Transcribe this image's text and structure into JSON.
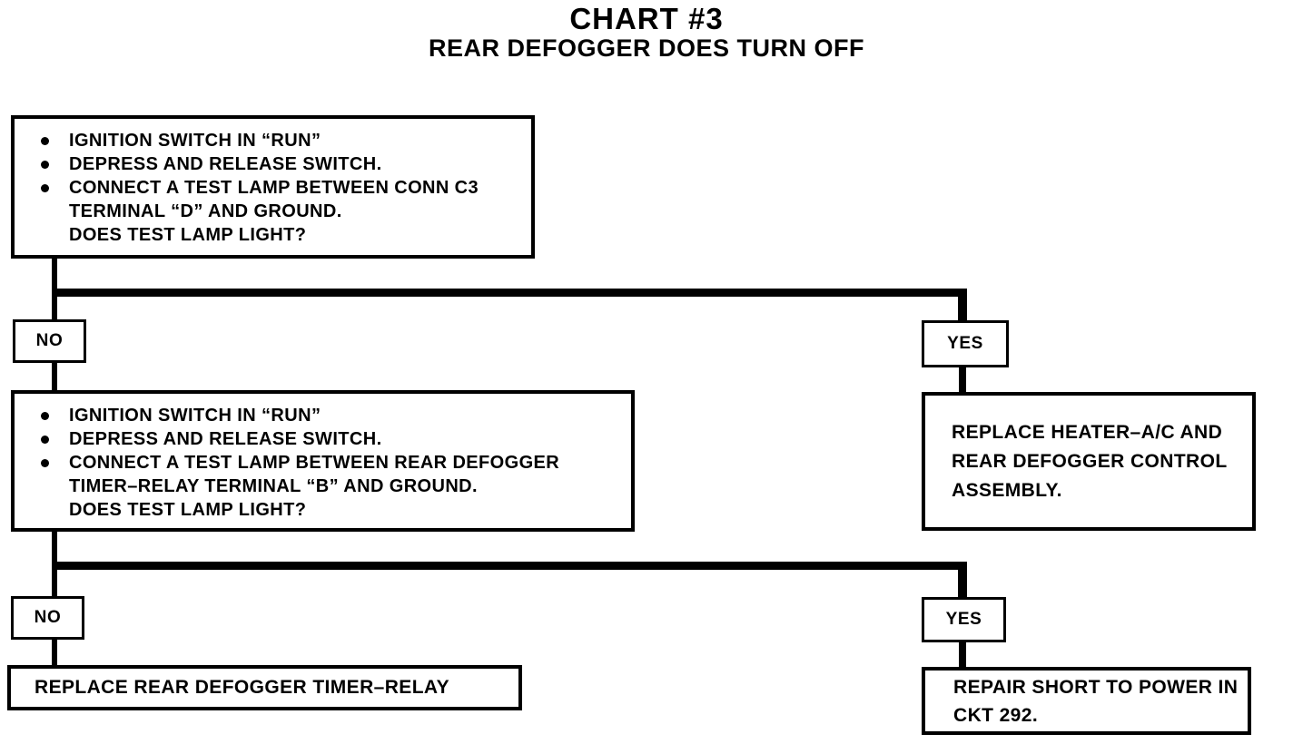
{
  "title": "CHART #3",
  "subtitle": "REAR DEFOGGER DOES TURN OFF",
  "colors": {
    "ink": "#000000",
    "paper": "#ffffff"
  },
  "step1": {
    "bullets": [
      [
        "IGNITION SWITCH IN “RUN”"
      ],
      [
        "DEPRESS AND RELEASE SWITCH."
      ],
      [
        "CONNECT A TEST LAMP BETWEEN CONN C3",
        "TERMINAL “D” AND GROUND.",
        "DOES TEST LAMP LIGHT?"
      ]
    ]
  },
  "step2": {
    "bullets": [
      [
        "IGNITION SWITCH IN “RUN”"
      ],
      [
        "DEPRESS AND RELEASE SWITCH."
      ],
      [
        "CONNECT A TEST LAMP BETWEEN REAR DEFOGGER",
        "TIMER–RELAY TERMINAL “B” AND GROUND.",
        "DOES TEST LAMP LIGHT?"
      ]
    ]
  },
  "decisions": {
    "no1": "NO",
    "yes1": "YES",
    "no2": "NO",
    "yes2": "YES"
  },
  "results": {
    "replace_control": [
      "REPLACE HEATER–A/C AND",
      "REAR DEFOGGER CONTROL",
      "ASSEMBLY."
    ],
    "replace_timer_relay": [
      "REPLACE REAR DEFOGGER TIMER–RELAY"
    ],
    "repair_short": [
      "REPAIR SHORT TO POWER IN",
      "CKT 292."
    ]
  }
}
